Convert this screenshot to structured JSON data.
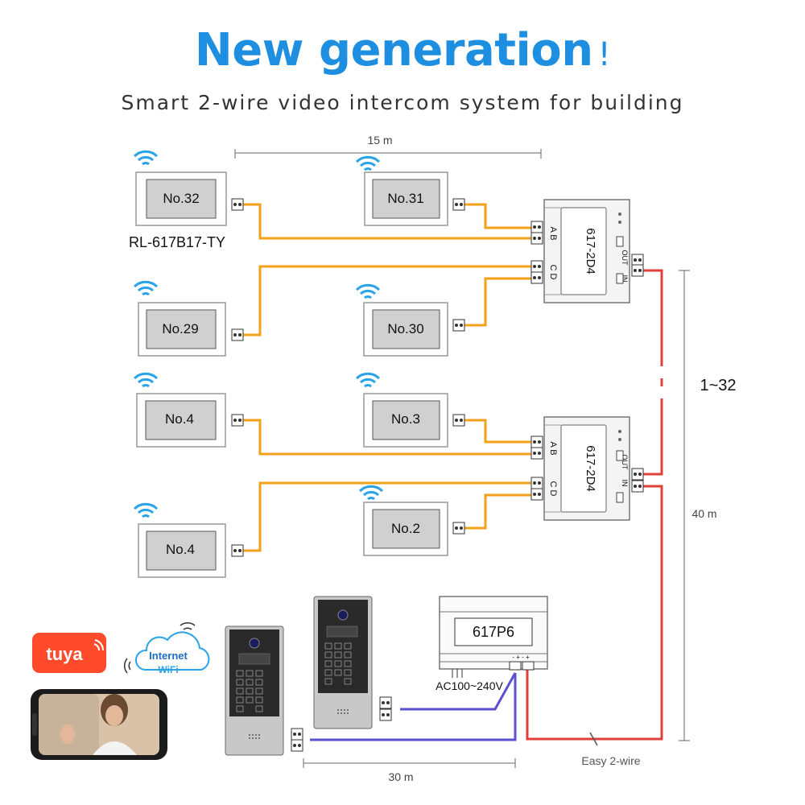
{
  "headline": {
    "title": "New generation",
    "exclaim": "!"
  },
  "subtitle": "Smart 2-wire video intercom system for building",
  "monitors": [
    {
      "label": "No.32"
    },
    {
      "label": "No.31"
    },
    {
      "label": "No.29"
    },
    {
      "label": "No.30"
    },
    {
      "label": "No.4"
    },
    {
      "label": "No.3"
    },
    {
      "label": "No.4"
    },
    {
      "label": "No.2"
    }
  ],
  "model_label": "RL-617B17-TY",
  "distributors": [
    {
      "label": "617-2D4",
      "ports_ab": "A B",
      "ports_cd": "C D",
      "out_label": "OUT",
      "in_label": "IN"
    },
    {
      "label": "617-2D4",
      "ports_ab": "A B",
      "ports_cd": "C D",
      "out_label": "OUT",
      "in_label": "IN"
    }
  ],
  "dimensions": {
    "top_span": "15 m",
    "right_span": "40 m",
    "bottom_span": "30 m"
  },
  "range_label": "1~32",
  "power_supply": {
    "label": "617P6",
    "ac_label": "AC100~240V",
    "terminals": "- + - +"
  },
  "easy_wire_label": "Easy 2-wire",
  "badges": {
    "tuya": "tuya",
    "cloud_line1": "Internet",
    "cloud_line2": "WiFi"
  },
  "colors": {
    "accent": "#1e8fe0",
    "orange_wire": "#f2a21a",
    "red_wire": "#e0403a",
    "blue_wire": "#5a4fd0",
    "tuya": "#ff4b2b"
  }
}
